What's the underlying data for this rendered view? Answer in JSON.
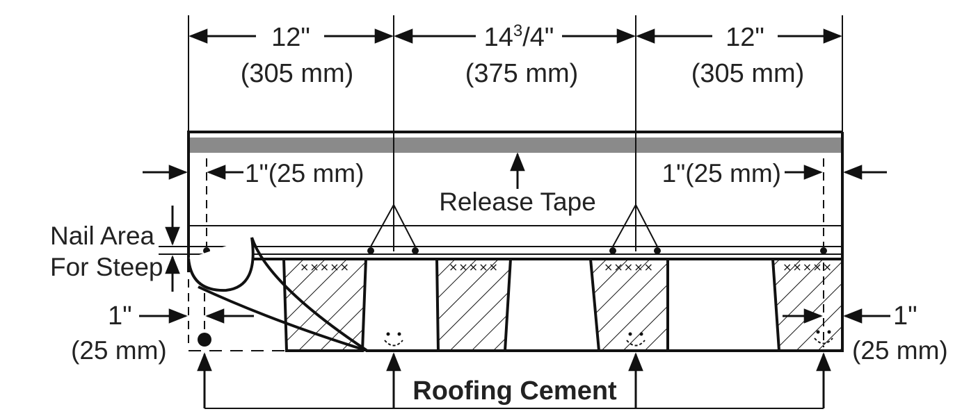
{
  "dimensions": {
    "left": {
      "inch": "12\"",
      "mm": "(305 mm)"
    },
    "middle": {
      "inch_whole": "14",
      "inch_frac_num": "3",
      "inch_frac_rest": "/4\"",
      "mm": "(375 mm)"
    },
    "right": {
      "inch": "12\"",
      "mm": "(305 mm)"
    }
  },
  "offsets": {
    "left_top": "1\"(25 mm)",
    "right_top": "1\"(25 mm)",
    "left_bottom_inch": "1\"",
    "left_bottom_mm": "(25 mm)",
    "right_bottom_inch": "1\"",
    "right_bottom_mm": "(25 mm)"
  },
  "labels": {
    "release_tape": "Release Tape",
    "nail_area_line1": "Nail Area",
    "nail_area_line2": "For Steep",
    "roofing_cement": "Roofing Cement"
  },
  "colors": {
    "ink": "#111111",
    "release_tape": "#8a8a8a"
  }
}
